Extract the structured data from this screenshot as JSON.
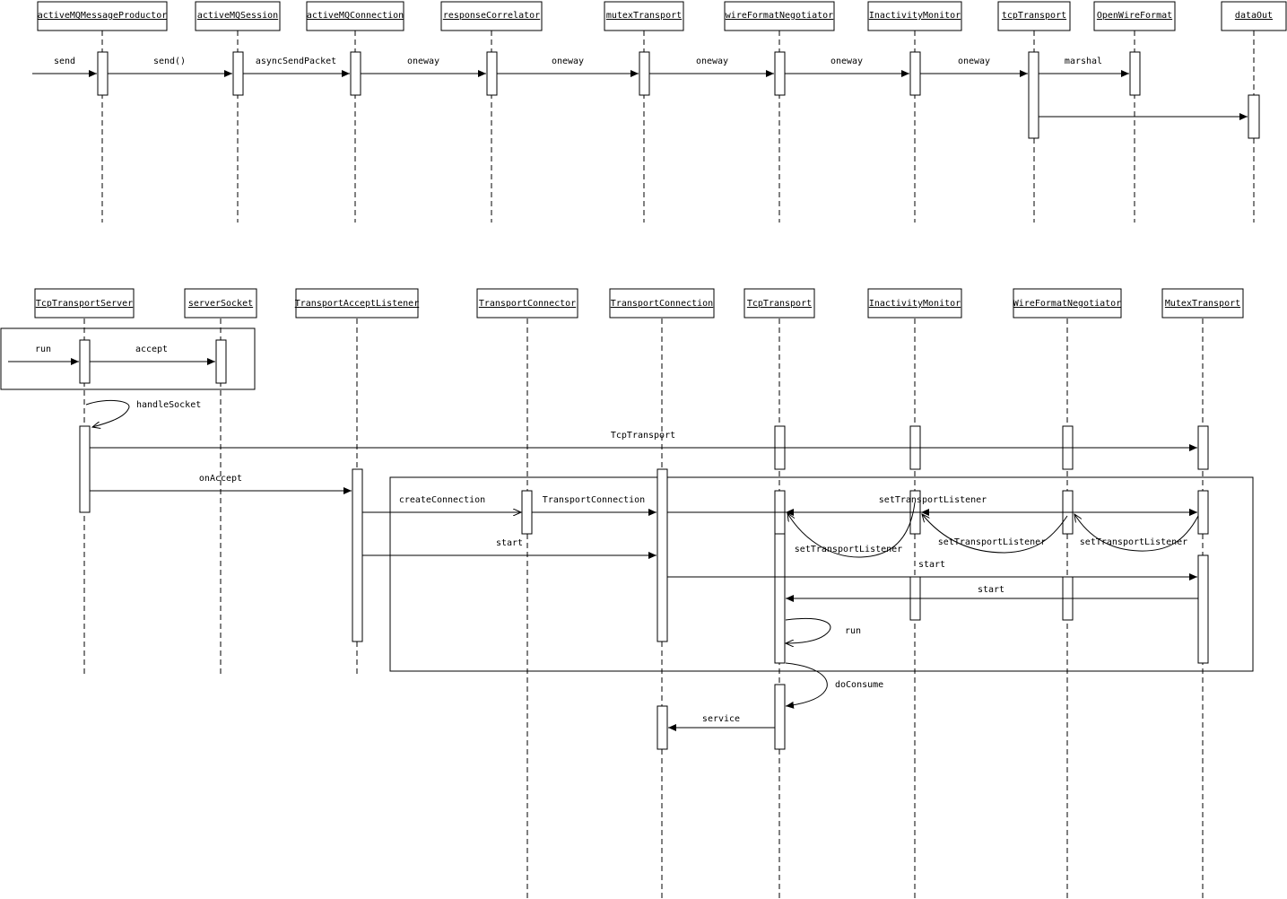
{
  "diagram1": {
    "actors": [
      "activeMQMessageProductor",
      "activeMQSession",
      "activeMQConnection",
      "responseCorrelator",
      "mutexTransport",
      "wireFormatNegotiator",
      "InactivityMonitor",
      "tcpTransport",
      "OpenWireFormat",
      "dataOut"
    ],
    "messages": [
      {
        "label": "send"
      },
      {
        "label": "send()"
      },
      {
        "label": "asyncSendPacket"
      },
      {
        "label": "oneway"
      },
      {
        "label": "oneway"
      },
      {
        "label": "oneway"
      },
      {
        "label": "oneway"
      },
      {
        "label": "oneway"
      },
      {
        "label": "marshal"
      },
      {
        "label": ""
      }
    ]
  },
  "diagram2": {
    "actors": [
      "TcpTransportServer",
      "serverSocket",
      "TransportAcceptListener",
      "TransportConnector",
      "TransportConnection",
      "TcpTransport",
      "InactivityMonitor",
      "WireFormatNegotiator",
      "MutexTransport"
    ],
    "messages": [
      {
        "label": "run"
      },
      {
        "label": "accept"
      },
      {
        "label": "handleSocket"
      },
      {
        "label": "TcpTransport"
      },
      {
        "label": "onAccept"
      },
      {
        "label": "createConnection"
      },
      {
        "label": "TransportConnection"
      },
      {
        "label": "setTransportListener"
      },
      {
        "label": "setTransportListener"
      },
      {
        "label": "setTransportListener"
      },
      {
        "label": "setTransportListener"
      },
      {
        "label": "start"
      },
      {
        "label": "start"
      },
      {
        "label": "start"
      },
      {
        "label": "run"
      },
      {
        "label": "doConsume"
      },
      {
        "label": "service"
      }
    ]
  }
}
